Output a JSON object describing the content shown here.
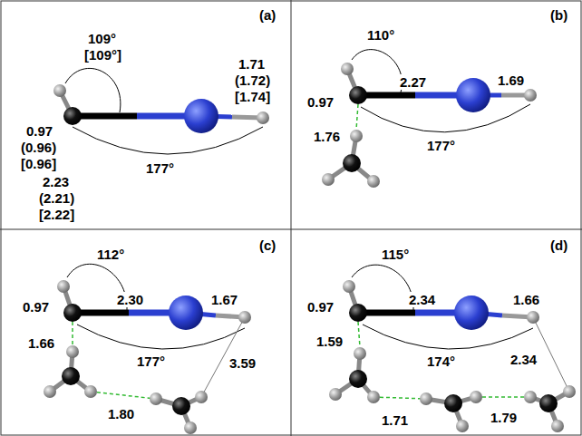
{
  "diagram": {
    "labels": [
      "(a)",
      "109°",
      "[109°]",
      "0.97",
      "(0.96)",
      "[0.96]",
      "1.71",
      "(1.72)",
      "[1.74]",
      "2.23",
      "(2.21)",
      "[2.22]",
      "177°",
      "(b)",
      "110°",
      "0.97",
      "2.27",
      "1.69",
      "1.76",
      "177°",
      "(c)",
      "112°",
      "0.97",
      "2.30",
      "1.67",
      "177°",
      "1.66",
      "1.80",
      "3.59",
      "(d)",
      "115°",
      "0.97",
      "2.34",
      "1.66",
      "174°",
      "1.59",
      "1.71",
      "1.79",
      "2.34"
    ]
  }
}
